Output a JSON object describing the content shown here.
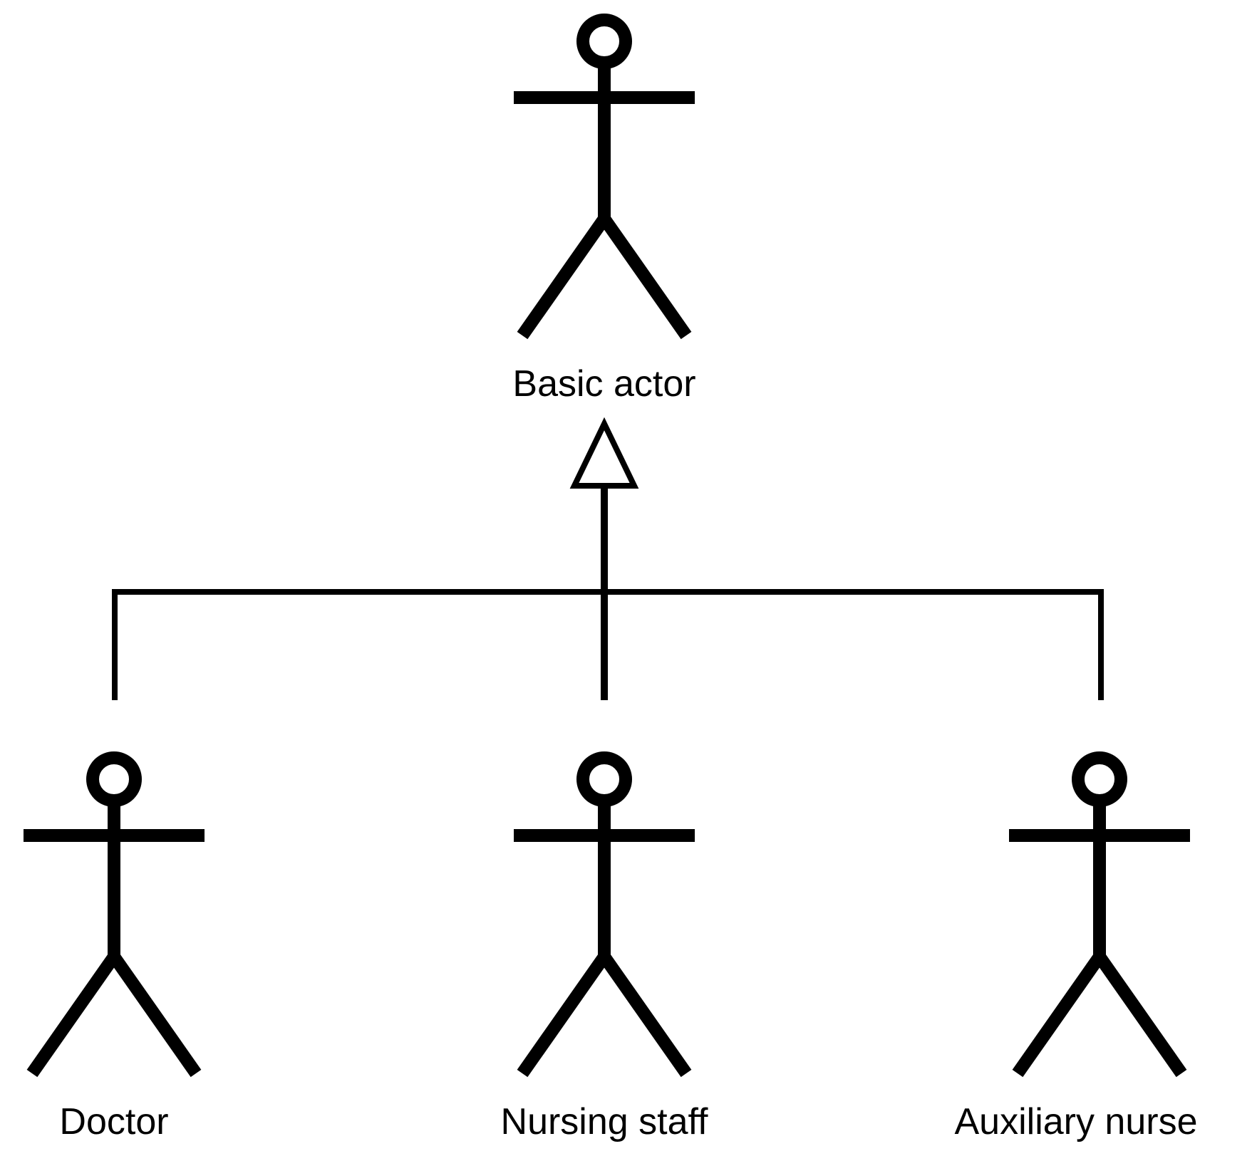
{
  "diagram": {
    "type": "uml-actor-generalization-hierarchy",
    "background_color": "#ffffff",
    "stroke_color": "#000000",
    "relationship": "generalization",
    "parent": {
      "id": "basic-actor",
      "label": "Basic actor"
    },
    "children": [
      {
        "id": "doctor",
        "label": "Doctor"
      },
      {
        "id": "nursing-staff",
        "label": "Nursing staff"
      },
      {
        "id": "auxiliary-nurse",
        "label": "Auxiliary nurse"
      }
    ]
  }
}
